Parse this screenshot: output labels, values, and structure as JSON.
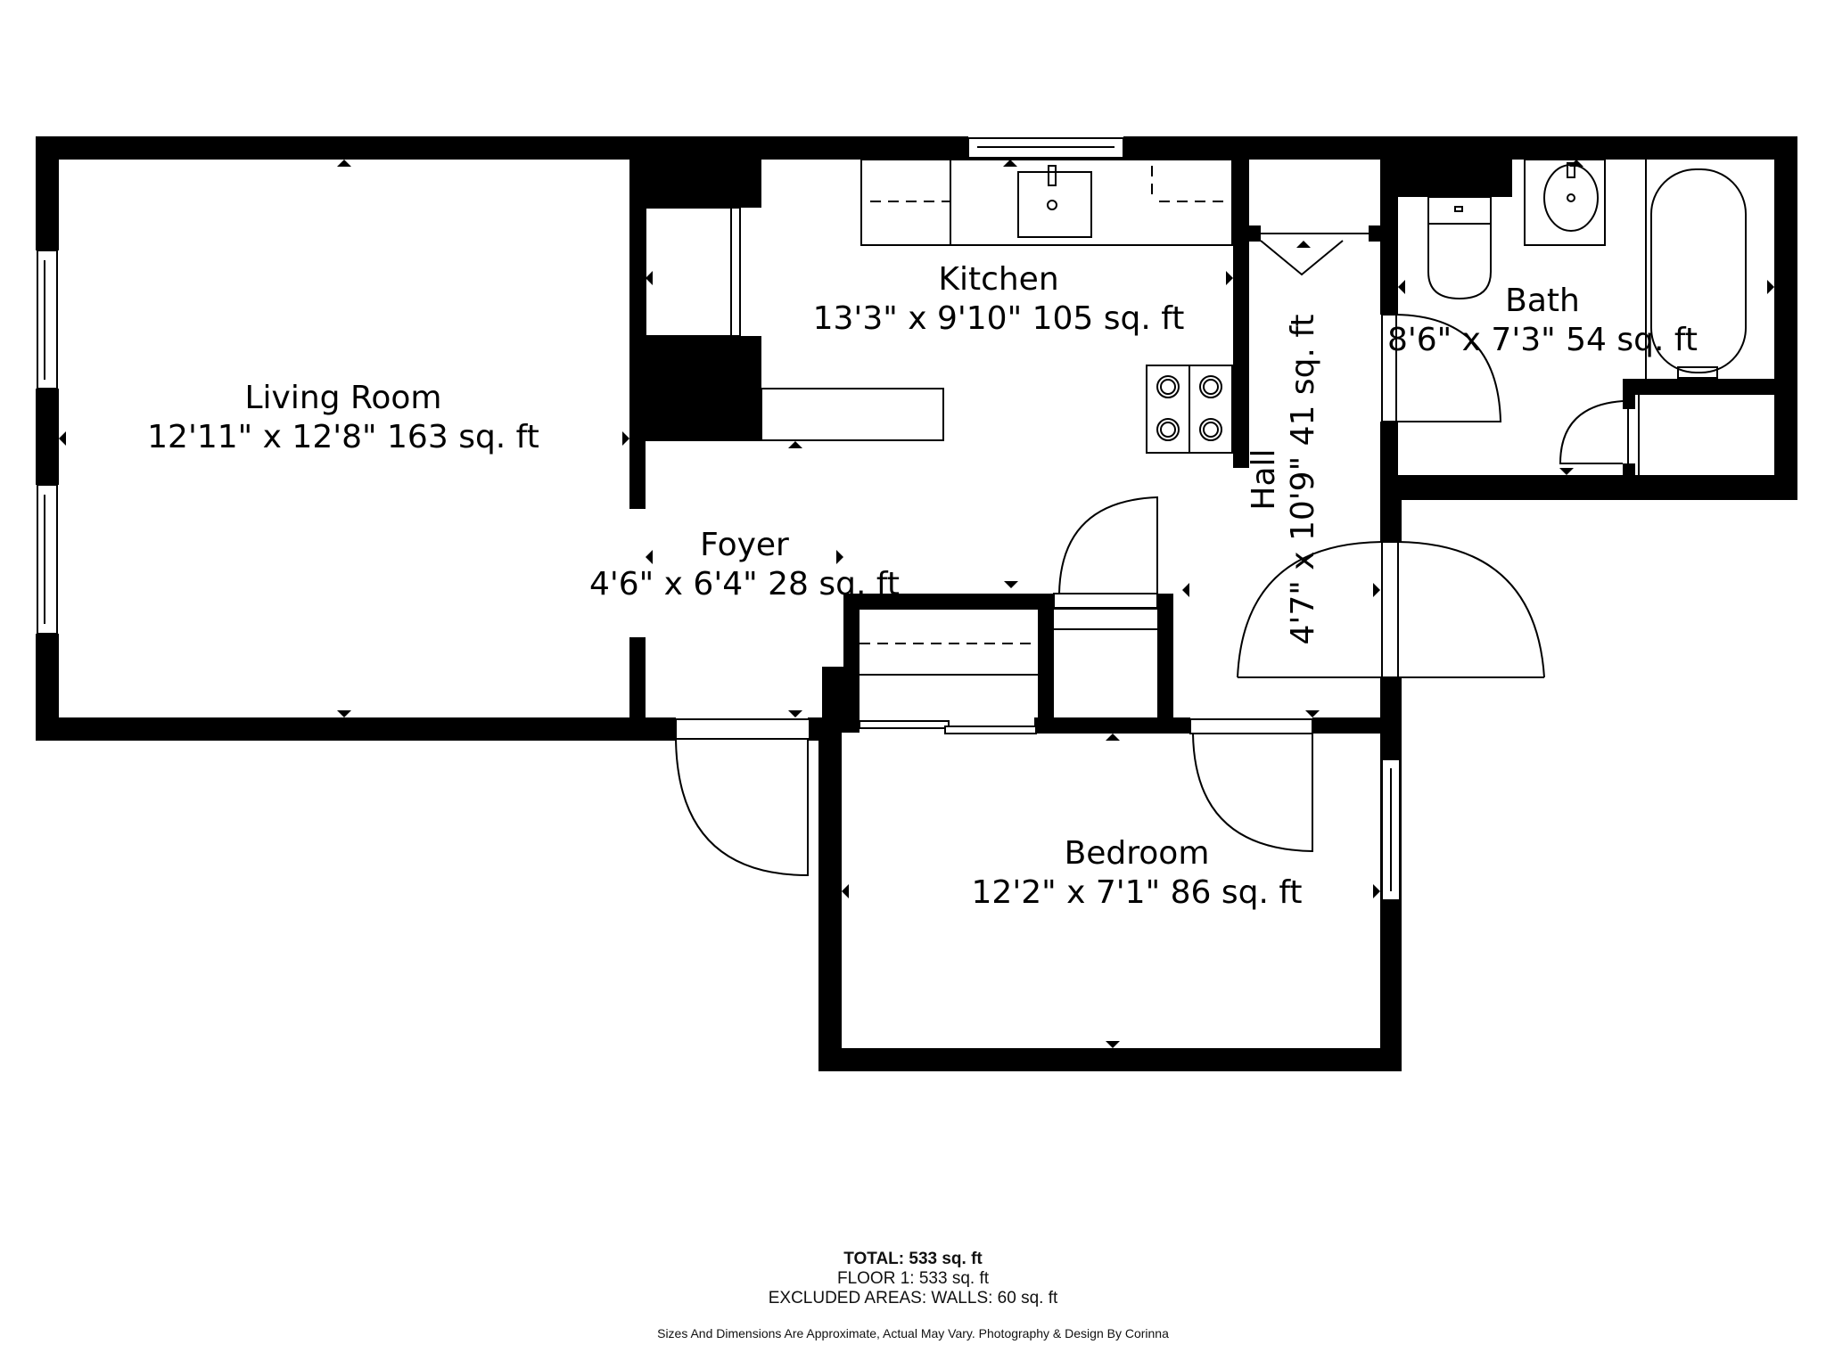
{
  "plan": {
    "rooms": [
      {
        "id": "living-room",
        "name": "Living Room",
        "dimensions": "12'11\" x 12'8\" 163 sq. ft"
      },
      {
        "id": "kitchen",
        "name": "Kitchen",
        "dimensions": "13'3\" x 9'10\" 105 sq. ft"
      },
      {
        "id": "bath",
        "name": "Bath",
        "dimensions": "8'6\" x 7'3\" 54 sq. ft"
      },
      {
        "id": "hall",
        "name": "Hall",
        "dimensions": "4'7\" x 10'9\" 41 sq. ft"
      },
      {
        "id": "foyer",
        "name": "Foyer",
        "dimensions": "4'6\" x 6'4\" 28 sq. ft"
      },
      {
        "id": "bedroom",
        "name": "Bedroom",
        "dimensions": "12'2\" x 7'1\" 86 sq. ft"
      }
    ],
    "colors": {
      "walls": "#000000",
      "background": "#ffffff",
      "text": "#000000"
    }
  },
  "footer": {
    "total": "TOTAL: 533 sq. ft",
    "floor": "FLOOR 1: 533 sq. ft",
    "excluded": "EXCLUDED AREAS: WALLS: 60 sq. ft",
    "note": "Sizes And Dimensions Are Approximate, Actual May Vary. Photography & Design By Corinna"
  }
}
